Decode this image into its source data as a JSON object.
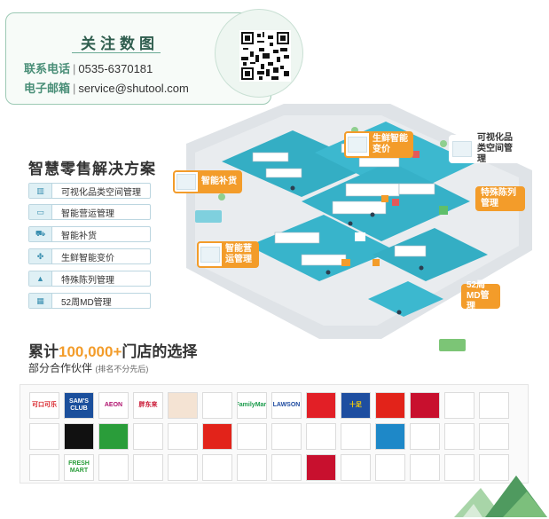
{
  "contact": {
    "title": "关注数图",
    "phone_label": "联系电话",
    "phone": "0535-6370181",
    "email_label": "电子邮箱",
    "email": "service@shutool.com",
    "separator": "|"
  },
  "solutions": {
    "title": "智慧零售解决方案",
    "items": [
      {
        "label": "可视化品类空间管理",
        "icon": "bar-chart-icon"
      },
      {
        "label": "智能营运管理",
        "icon": "monitor-icon"
      },
      {
        "label": "智能补货",
        "icon": "truck-icon"
      },
      {
        "label": "生鲜智能变价",
        "icon": "price-tag-icon"
      },
      {
        "label": "特殊陈列管理",
        "icon": "stack-icon"
      },
      {
        "label": "52周MD管理",
        "icon": "calendar-icon"
      }
    ]
  },
  "callouts": [
    {
      "label": "智能补货"
    },
    {
      "label": "生鲜智能变价"
    },
    {
      "label": "可视化品类空间管理"
    },
    {
      "label": "特殊陈列管理"
    },
    {
      "label": "智能营运管理"
    },
    {
      "label": "52周MD管理"
    }
  ],
  "stats": {
    "prefix": "累计",
    "number": "100,000+",
    "suffix": "门店的选择",
    "partners": "部分合作伙伴",
    "note": "(排名不分先后)"
  },
  "partners": [
    {
      "name": "可口可乐",
      "bg": "#ffffff",
      "fg": "#d8232a"
    },
    {
      "name": "SAM'S CLUB",
      "bg": "#1b4f9c",
      "fg": "#ffffff"
    },
    {
      "name": "AEON",
      "bg": "#ffffff",
      "fg": "#b0126e"
    },
    {
      "name": "胖东来",
      "bg": "#ffffff",
      "fg": "#c8102e"
    },
    {
      "name": "",
      "bg": "#f4e3d3",
      "fg": "#a0522d"
    },
    {
      "name": "",
      "bg": "#ffffff",
      "fg": "#1e5aa8"
    },
    {
      "name": "FamilyMart",
      "bg": "#ffffff",
      "fg": "#1a9b4b"
    },
    {
      "name": "LAWSON",
      "bg": "#ffffff",
      "fg": "#1e4ba0"
    },
    {
      "name": "",
      "bg": "#e21f26",
      "fg": "#ffd200"
    },
    {
      "name": "十足",
      "bg": "#1e4ea0",
      "fg": "#ffd200"
    },
    {
      "name": "",
      "bg": "#e2231a",
      "fg": "#ffffff"
    },
    {
      "name": "",
      "bg": "#c8102e",
      "fg": "#ffd200"
    },
    {
      "name": "",
      "bg": "#ffffff",
      "fg": "#d8232a"
    },
    {
      "name": "",
      "bg": "#ffffff",
      "fg": "#2a5db0"
    },
    {
      "name": "",
      "bg": "#ffffff",
      "fg": "#1e4ea0"
    },
    {
      "name": "",
      "bg": "#111111",
      "fg": "#ffffff"
    },
    {
      "name": "",
      "bg": "#2a9d3a",
      "fg": "#ffd200"
    },
    {
      "name": "",
      "bg": "#ffffff",
      "fg": "#d8232a"
    },
    {
      "name": "",
      "bg": "#ffffff",
      "fg": "#d8232a"
    },
    {
      "name": "",
      "bg": "#e2231a",
      "fg": "#ffffff"
    },
    {
      "name": "",
      "bg": "#ffffff",
      "fg": "#888888"
    },
    {
      "name": "",
      "bg": "#ffffff",
      "fg": "#c8102e"
    },
    {
      "name": "",
      "bg": "#ffffff",
      "fg": "#c8102e"
    },
    {
      "name": "",
      "bg": "#ffffff",
      "fg": "#2a9d3a"
    },
    {
      "name": "",
      "bg": "#1e88c8",
      "fg": "#ffffff"
    },
    {
      "name": "",
      "bg": "#ffffff",
      "fg": "#e2231a"
    },
    {
      "name": "",
      "bg": "#ffffff",
      "fg": "#2a9d3a"
    },
    {
      "name": "",
      "bg": "#ffffff",
      "fg": "#1a7a3a"
    },
    {
      "name": "",
      "bg": "#ffffff",
      "fg": "#1e88c8"
    },
    {
      "name": "FRESH MART",
      "bg": "#ffffff",
      "fg": "#2a9d3a"
    },
    {
      "name": "",
      "bg": "#ffffff",
      "fg": "#d8232a"
    },
    {
      "name": "",
      "bg": "#ffffff",
      "fg": "#2a9d3a"
    },
    {
      "name": "",
      "bg": "#ffffff",
      "fg": "#2a9d3a"
    },
    {
      "name": "",
      "bg": "#ffffff",
      "fg": "#f39c2a"
    },
    {
      "name": "",
      "bg": "#ffffff",
      "fg": "#d8232a"
    },
    {
      "name": "",
      "bg": "#ffffff",
      "fg": "#d8232a"
    },
    {
      "name": "",
      "bg": "#c8102e",
      "fg": "#ffd200"
    },
    {
      "name": "",
      "bg": "#ffffff",
      "fg": "#d8232a"
    },
    {
      "name": "",
      "bg": "#ffffff",
      "fg": "#1e4ea0"
    },
    {
      "name": "",
      "bg": "#ffffff",
      "fg": "#d8232a"
    },
    {
      "name": "",
      "bg": "#ffffff",
      "fg": "#2a9d3a"
    },
    {
      "name": "",
      "bg": "#ffffff",
      "fg": "#f39c2a"
    }
  ]
}
